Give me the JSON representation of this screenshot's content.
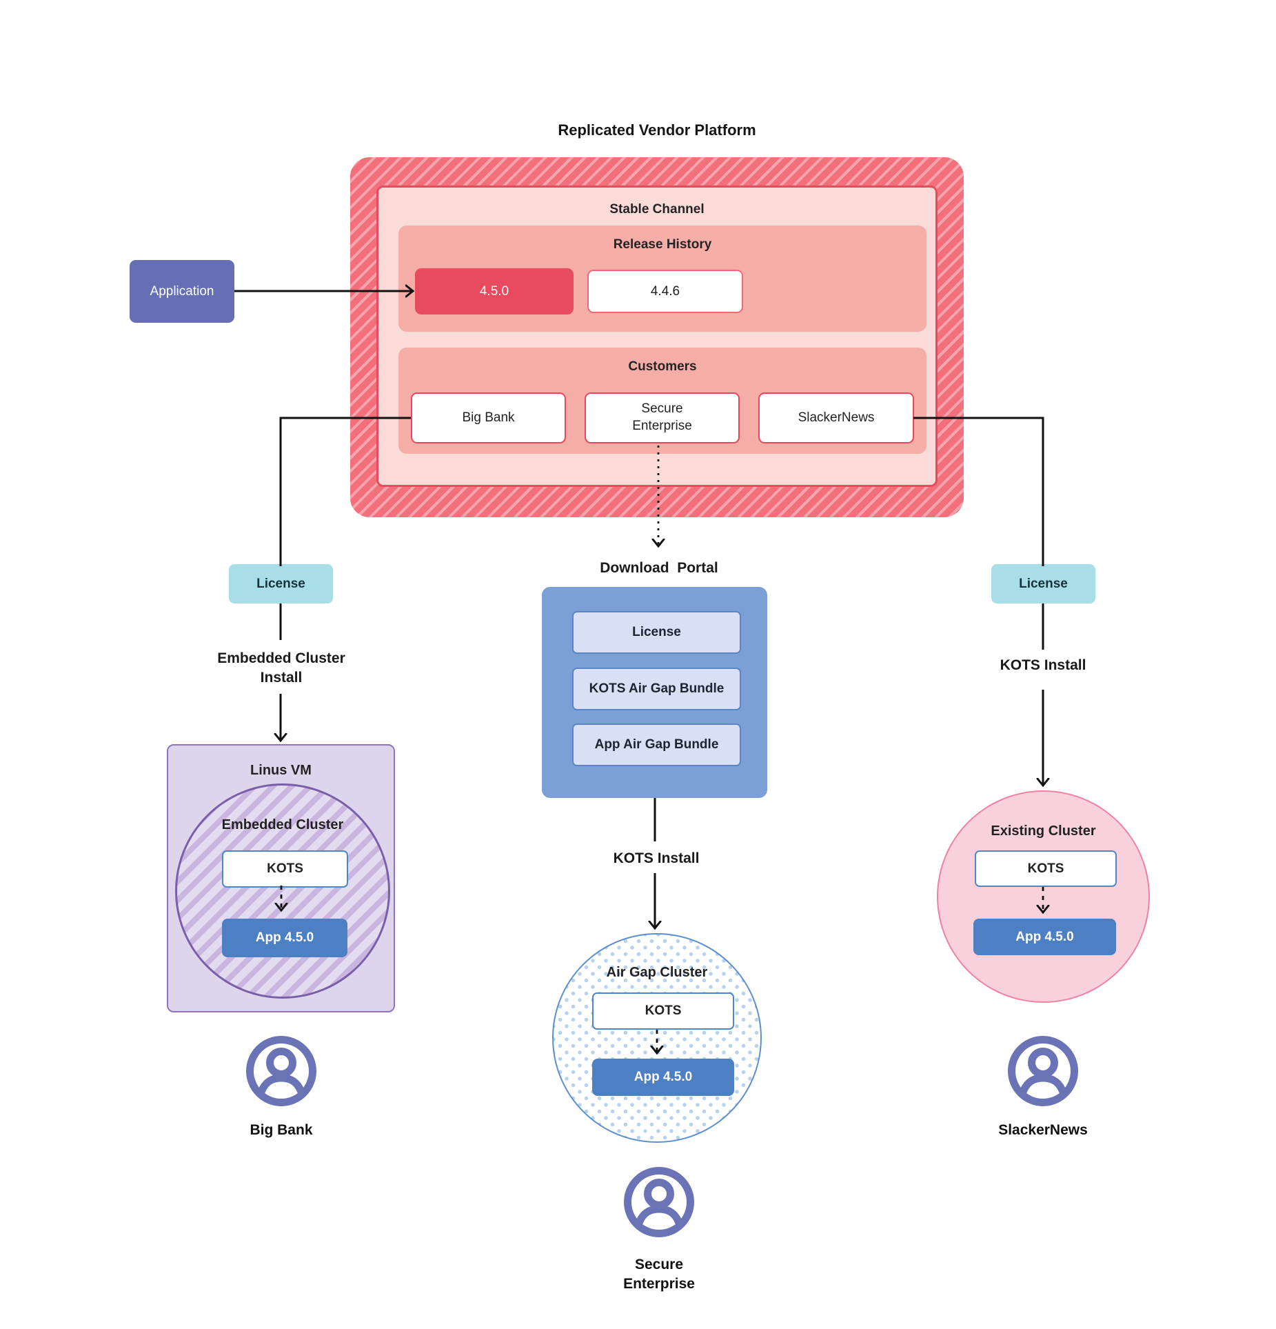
{
  "title": "Replicated Vendor Platform",
  "application": {
    "label": "Application"
  },
  "platform": {
    "stable_channel": {
      "label": "Stable Channel",
      "release_history": {
        "label": "Release History",
        "releases": [
          {
            "version": "4.5.0"
          },
          {
            "version": "4.4.6"
          }
        ]
      },
      "customers": {
        "label": "Customers",
        "items": [
          {
            "name": "Big Bank"
          },
          {
            "name": "Secure Enterprise"
          },
          {
            "name": "SlackerNews"
          }
        ]
      }
    }
  },
  "left_flow": {
    "license_label": "License",
    "install_label": "Embedded Cluster Install",
    "vm": {
      "label": "Linus VM",
      "cluster_label": "Embedded Cluster",
      "kots_label": "KOTS",
      "app_label": "App 4.5.0"
    },
    "user_label": "Big Bank"
  },
  "middle_flow": {
    "portal": {
      "label": "Download  Portal",
      "items": [
        {
          "label": "License"
        },
        {
          "label": "KOTS Air Gap Bundle"
        },
        {
          "label": "App Air Gap Bundle"
        }
      ]
    },
    "install_label": "KOTS Install",
    "cluster": {
      "label": "Air Gap Cluster",
      "kots_label": "KOTS",
      "app_label": "App 4.5.0"
    },
    "user_label": "Secure Enterprise"
  },
  "right_flow": {
    "license_label": "License",
    "install_label": "KOTS Install",
    "cluster": {
      "label": "Existing Cluster",
      "kots_label": "KOTS",
      "app_label": "App 4.5.0"
    },
    "user_label": "SlackerNews"
  },
  "theme": {
    "hatch_red_base": "#f1707b",
    "hatch_red_stripe": "#f7a3ac",
    "stable_channel_fill": "#fbdbd7",
    "stable_channel_border": "#e84a5e",
    "section_fill": "#f5ada8",
    "release_current_fill": "#e84a5e",
    "release_old_border": "#ec6a76",
    "customer_border": "#e8465c",
    "application_fill": "#666fb4",
    "license_fill": "#a8dee8",
    "portal_fill": "#7ba0d6",
    "portal_item_fill": "#d9e0f6",
    "portal_item_border": "#5b85c4",
    "kots_border": "#4e86c8",
    "app_fill": "#4d7fc3",
    "vm_fill": "#ddd5ec",
    "vm_border": "#8f74ba",
    "embedded_hatch_a": "#e3dcf1",
    "embedded_hatch_b": "#c9b5de",
    "embedded_border": "#7b5ea9",
    "airgap_border": "#5b8fd0",
    "airgap_dot": "#b9d0ef",
    "existing_fill": "#f9d1dd",
    "existing_border": "#f0829f",
    "user_icon": "#6973b6",
    "line": "#111111"
  }
}
